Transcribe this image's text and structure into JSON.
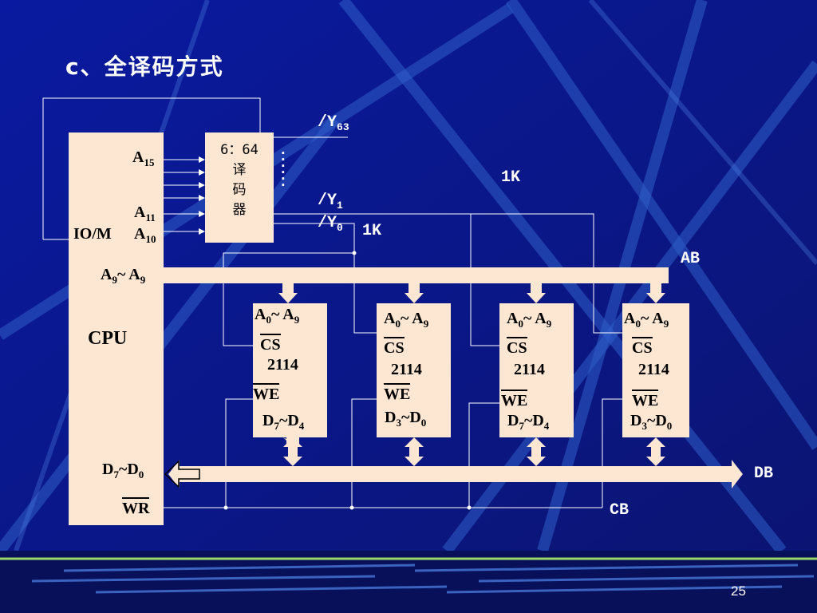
{
  "slide": {
    "title": "c、全译码方式",
    "page_number": "25"
  },
  "cpu": {
    "label": "CPU",
    "pin_a15": "A",
    "pin_a15_sub": "15",
    "pin_a11": "A",
    "pin_a11_sub": "11",
    "pin_iom": "IO/M",
    "pin_a10": "A",
    "pin_a10_sub": "10",
    "pin_a9_a": "A",
    "pin_a9_a_sub": "9",
    "pin_a9_sep": "~ A",
    "pin_a9_b_sub": "9",
    "pin_d_a": "D",
    "pin_d_a_sub": "7",
    "pin_d_sep": "~D",
    "pin_d_b_sub": "0",
    "pin_wr": "WR"
  },
  "decoder": {
    "line1": "6：64",
    "line2": "译",
    "line3": "码",
    "line4": "器",
    "dots": "······",
    "y63": "/Y",
    "y63_sub": "63",
    "y1": "/Y",
    "y1_sub": "1",
    "y0": "/Y",
    "y0_sub": "0"
  },
  "labels": {
    "size_1k_a": "1K",
    "size_1k_b": "1K",
    "ab": "AB",
    "db": "DB",
    "cb": "CB"
  },
  "chips": [
    {
      "addr": "A",
      "addr_sub1": "0",
      "addr_sep": "~ A",
      "addr_sub2": "9",
      "cs": "CS",
      "model": "2114",
      "we": "WE",
      "data": "D",
      "data_sub1": "7",
      "data_sep": "~D",
      "data_sub2": "4"
    },
    {
      "addr": "A",
      "addr_sub1": "0",
      "addr_sep": "~ A",
      "addr_sub2": "9",
      "cs": "CS",
      "model": "2114",
      "we": "WE",
      "data": "D",
      "data_sub1": "3",
      "data_sep": "~D",
      "data_sub2": "0"
    },
    {
      "addr": "A",
      "addr_sub1": "0",
      "addr_sep": "~ A",
      "addr_sub2": "9",
      "cs": "CS",
      "model": "2114",
      "we": "WE",
      "data": "D",
      "data_sub1": "7",
      "data_sep": "~D",
      "data_sub2": "4"
    },
    {
      "addr": "A",
      "addr_sub1": "0",
      "addr_sep": "~ A",
      "addr_sub2": "9",
      "cs": "CS",
      "model": "2114",
      "we": "WE",
      "data": "D",
      "data_sub1": "3",
      "data_sep": "~D",
      "data_sub2": "0"
    }
  ],
  "colors": {
    "background": "#0c1a8c",
    "bus_fill": "#fde6d2",
    "wire": "#ffffff",
    "accent_stripe": "#9bd86a"
  }
}
